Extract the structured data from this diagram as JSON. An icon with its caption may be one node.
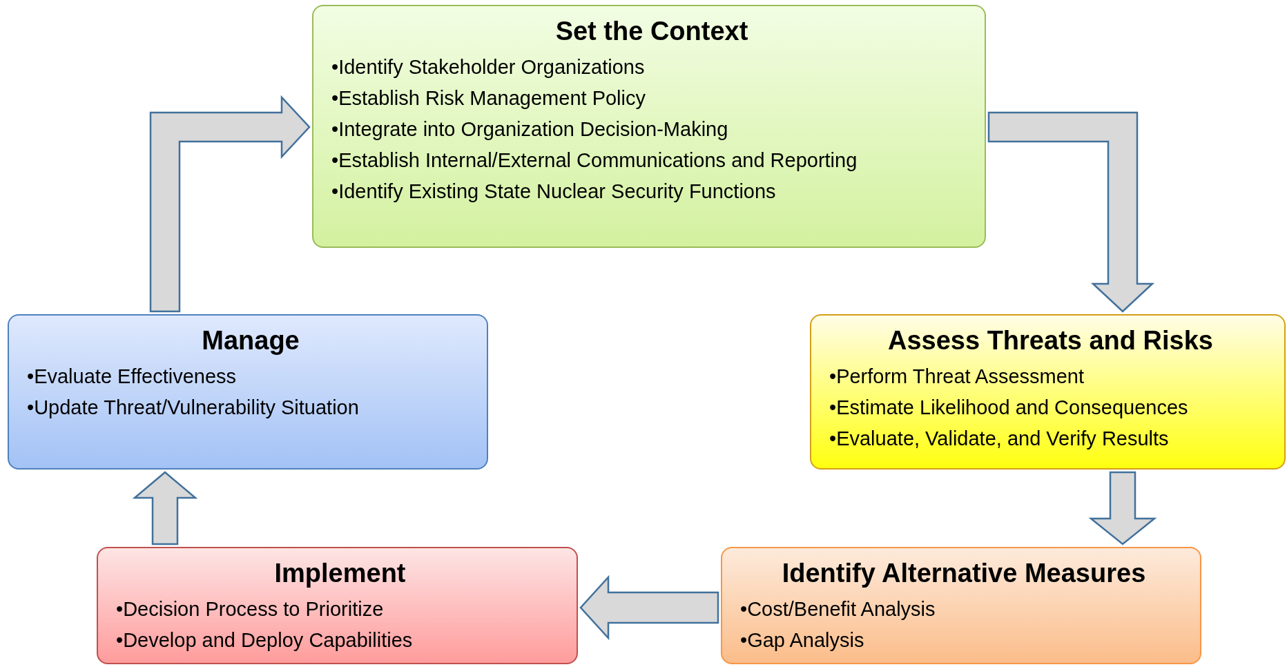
{
  "diagram": {
    "nodes": [
      {
        "text": [
          "Set the Context",
          "•Identify Stakeholder Organizations",
          "•Establish Risk Management Policy",
          "•Integrate into Organization Decision-Making",
          "•Establish Internal/External Communications and Reporting",
          "•Identify Existing State Nuclear Security Functions"
        ]
      },
      {
        "text": [
          "Manage",
          "•Evaluate Effectiveness",
          "•Update Threat/Vulnerability Situation"
        ]
      },
      {
        "text": [
          "Assess Threats and Risks",
          "•Perform Threat Assessment",
          "•Estimate Likelihood and Consequences",
          "•Evaluate, Validate, and Verify Results"
        ]
      },
      {
        "text": [
          "Implement",
          "•Decision Process to Prioritize",
          "•Develop and Deploy Capabilities"
        ]
      },
      {
        "text": [
          "Identify Alternative Measures",
          "•Cost/Benefit Analysis",
          "•Gap Analysis"
        ]
      }
    ],
    "edges": [
      {
        "from": 1,
        "to": 0,
        "arrow": "to"
      },
      {
        "from": 0,
        "to": 2,
        "arrow": "to"
      },
      {
        "from": 2,
        "to": 4,
        "arrow": "to"
      },
      {
        "from": 4,
        "to": 3,
        "arrow": "to"
      },
      {
        "from": 3,
        "to": 1,
        "arrow": "to"
      }
    ]
  }
}
